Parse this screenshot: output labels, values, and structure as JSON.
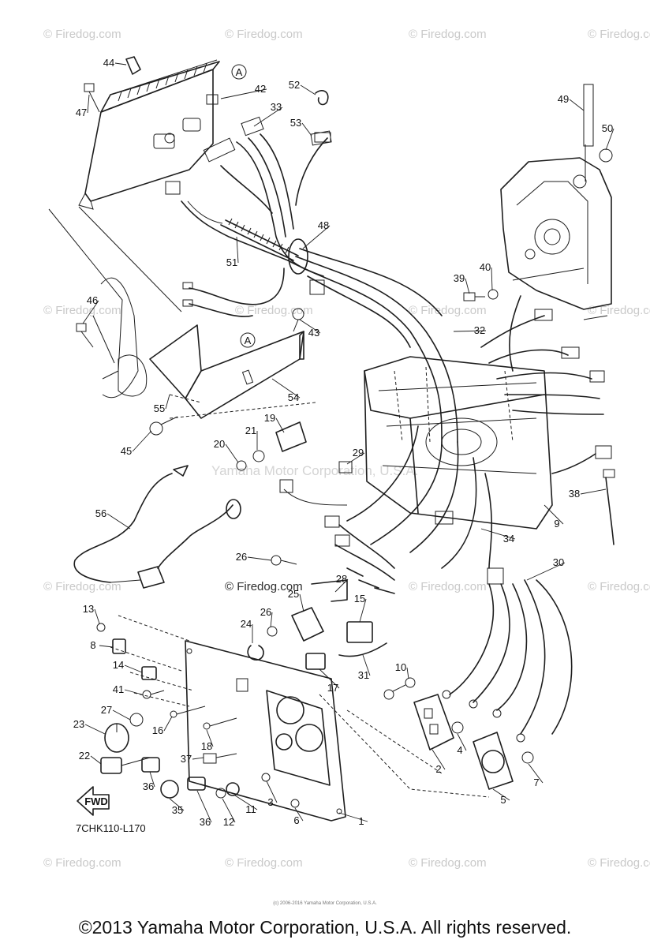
{
  "watermark": "© Firedog.com",
  "center_watermark": "Yamaha Motor Corporation, U.S.A.",
  "diagram_code": "7CHK110-L170",
  "fwd_label": "FWD",
  "ref_marker": "A",
  "tiny_caption": "(c) 2006-2016 Yamaha Motor Corporation, U.S.A.",
  "copyright": "©2013 Yamaha Motor Corporation, U.S.A. All rights reserved.",
  "callouts": [
    {
      "id": "1",
      "label": "1"
    },
    {
      "id": "2",
      "label": "2"
    },
    {
      "id": "3",
      "label": "3"
    },
    {
      "id": "4",
      "label": "4"
    },
    {
      "id": "5",
      "label": "5"
    },
    {
      "id": "6",
      "label": "6"
    },
    {
      "id": "7",
      "label": "7"
    },
    {
      "id": "8",
      "label": "8"
    },
    {
      "id": "9",
      "label": "9"
    },
    {
      "id": "10",
      "label": "10"
    },
    {
      "id": "11",
      "label": "11"
    },
    {
      "id": "12",
      "label": "12"
    },
    {
      "id": "13",
      "label": "13"
    },
    {
      "id": "14",
      "label": "14"
    },
    {
      "id": "15",
      "label": "15"
    },
    {
      "id": "16",
      "label": "16"
    },
    {
      "id": "17",
      "label": "17"
    },
    {
      "id": "18",
      "label": "18"
    },
    {
      "id": "19",
      "label": "19"
    },
    {
      "id": "20",
      "label": "20"
    },
    {
      "id": "21",
      "label": "21"
    },
    {
      "id": "22",
      "label": "22"
    },
    {
      "id": "23",
      "label": "23"
    },
    {
      "id": "24",
      "label": "24"
    },
    {
      "id": "25",
      "label": "25"
    },
    {
      "id": "26a",
      "label": "26"
    },
    {
      "id": "26b",
      "label": "26"
    },
    {
      "id": "27",
      "label": "27"
    },
    {
      "id": "28",
      "label": "28"
    },
    {
      "id": "29",
      "label": "29"
    },
    {
      "id": "30",
      "label": "30"
    },
    {
      "id": "31",
      "label": "31"
    },
    {
      "id": "32",
      "label": "32"
    },
    {
      "id": "33",
      "label": "33"
    },
    {
      "id": "34",
      "label": "34"
    },
    {
      "id": "35",
      "label": "35"
    },
    {
      "id": "36a",
      "label": "36"
    },
    {
      "id": "36b",
      "label": "36"
    },
    {
      "id": "37",
      "label": "37"
    },
    {
      "id": "38",
      "label": "38"
    },
    {
      "id": "39",
      "label": "39"
    },
    {
      "id": "40",
      "label": "40"
    },
    {
      "id": "41",
      "label": "41"
    },
    {
      "id": "42",
      "label": "42"
    },
    {
      "id": "43",
      "label": "43"
    },
    {
      "id": "44",
      "label": "44"
    },
    {
      "id": "45",
      "label": "45"
    },
    {
      "id": "46",
      "label": "46"
    },
    {
      "id": "47",
      "label": "47"
    },
    {
      "id": "48",
      "label": "48"
    },
    {
      "id": "49",
      "label": "49"
    },
    {
      "id": "50",
      "label": "50"
    },
    {
      "id": "51",
      "label": "51"
    },
    {
      "id": "52",
      "label": "52"
    },
    {
      "id": "53",
      "label": "53"
    },
    {
      "id": "54",
      "label": "54"
    },
    {
      "id": "55",
      "label": "55"
    },
    {
      "id": "56",
      "label": "56"
    }
  ]
}
